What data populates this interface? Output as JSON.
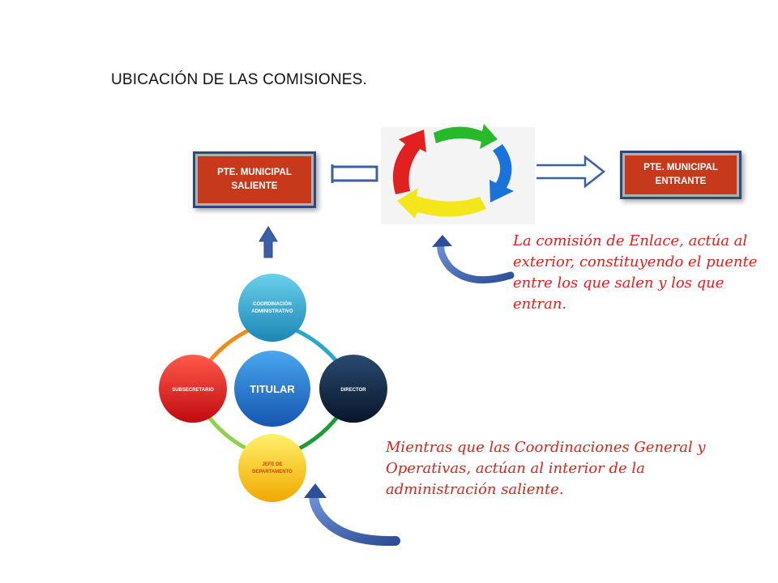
{
  "title": "UBICACIÓN DE LAS COMISIONES.",
  "boxes": {
    "saliente": "PTE. MUNICIPAL\nSALIENTE",
    "entrante": "PTE. MUNICIPAL\nENTRANTE"
  },
  "notes": {
    "enlace": "La comisión de Enlace, actúa al exterior, constituyendo el puente entre los que salen y los que entran.",
    "coordinaciones": "Mientras que las Coordinaciones General y Operativas, actúan al interior de la administración saliente."
  },
  "cycle": {
    "center": "TITULAR",
    "nodes": {
      "top_line1": "COORDINACIÓN",
      "top_line2": "ADMINISTRATIVO",
      "right": "DIRECTOR",
      "bottom_line1": "JEFE DE",
      "bottom_line2": "DEPARTAMENTO",
      "left": "SUBSECRETARIO"
    }
  },
  "colors": {
    "box_fill": "#c7391b",
    "box_border": "#2f4a7a",
    "note_text": "#e0201a",
    "arrow_blue": "#3b5fa8",
    "center": "#1f78d1",
    "node_top": "#2aa6cf",
    "node_right": "#0f2440",
    "node_bottom": "#f2c200",
    "node_left": "#e3171c"
  }
}
